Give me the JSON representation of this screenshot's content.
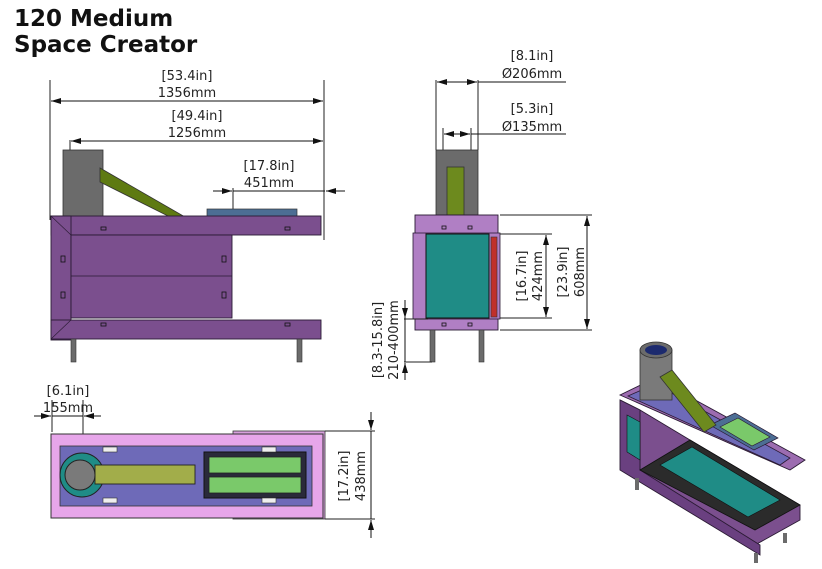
{
  "title": {
    "line1": "120 Medium",
    "line2": "Space Creator"
  },
  "side_view": {
    "overall_length": {
      "inch": "[53.4in]",
      "mm": "1356mm"
    },
    "inner_length": {
      "inch": "[49.4in]",
      "mm": "1256mm"
    },
    "opening_offset": {
      "inch": "[17.8in]",
      "mm": "451mm"
    }
  },
  "front_view": {
    "flue_outer": {
      "inch": "[8.1in]",
      "mm": "Ø206mm"
    },
    "flue_inner": {
      "inch": "[5.3in]",
      "mm": "Ø135mm"
    },
    "opening_height": {
      "inch": "[16.7in]",
      "mm": "424mm"
    },
    "overall_height": {
      "inch": "[23.9in]",
      "mm": "608mm"
    },
    "leg_height": {
      "inch": "[8.3-15.8in]",
      "mm": "210-400mm"
    }
  },
  "top_view": {
    "flue_center": {
      "inch": "[6.1in]",
      "mm": "155mm"
    },
    "depth": {
      "inch": "[17.2in]",
      "mm": "438mm"
    }
  },
  "colors": {
    "body_purple": "#7b4f8e",
    "top_pink": "#e7a6ea",
    "top_blue": "#6e6ab8",
    "glass_teal": "#1f8c86",
    "flue_gray": "#6b6b6b",
    "arm_olive": "#6d8a1e",
    "burner_green": "#7ac96a",
    "red_strip": "#c0302a"
  }
}
